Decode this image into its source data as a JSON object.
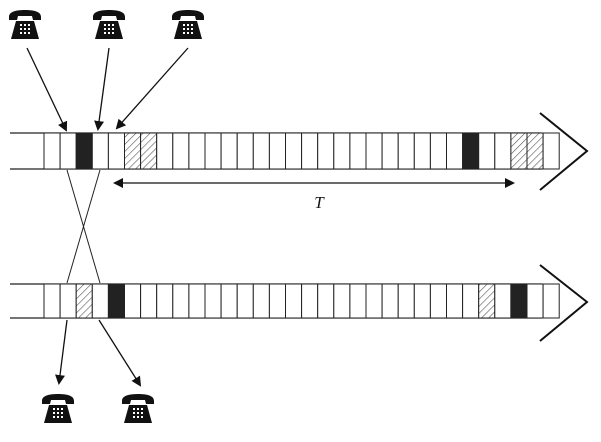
{
  "period_label": "T",
  "icons": {
    "source_phones": [
      "telephone-icon",
      "telephone-icon",
      "telephone-icon"
    ],
    "destination_phones": [
      "telephone-icon",
      "telephone-icon"
    ]
  },
  "colors": {
    "slot_filled": "#222222",
    "hatch": "#555555",
    "line": "#222222"
  },
  "upper_frame": {
    "slots": [
      "empty",
      "empty",
      "filled",
      "empty",
      "empty",
      "hatched",
      "hatched",
      "empty",
      "empty",
      "empty",
      "empty",
      "empty",
      "empty",
      "empty",
      "empty",
      "empty",
      "empty",
      "empty",
      "empty",
      "empty",
      "empty",
      "empty",
      "empty",
      "empty",
      "empty",
      "empty",
      "filled",
      "empty",
      "empty",
      "hatched",
      "hatched",
      "empty"
    ]
  },
  "lower_frame": {
    "slots": [
      "empty",
      "empty",
      "hatched",
      "empty",
      "filled",
      "empty",
      "empty",
      "empty",
      "empty",
      "empty",
      "empty",
      "empty",
      "empty",
      "empty",
      "empty",
      "empty",
      "empty",
      "empty",
      "empty",
      "empty",
      "empty",
      "empty",
      "empty",
      "empty",
      "empty",
      "empty",
      "empty",
      "hatched",
      "empty",
      "filled",
      "empty",
      "empty"
    ]
  }
}
